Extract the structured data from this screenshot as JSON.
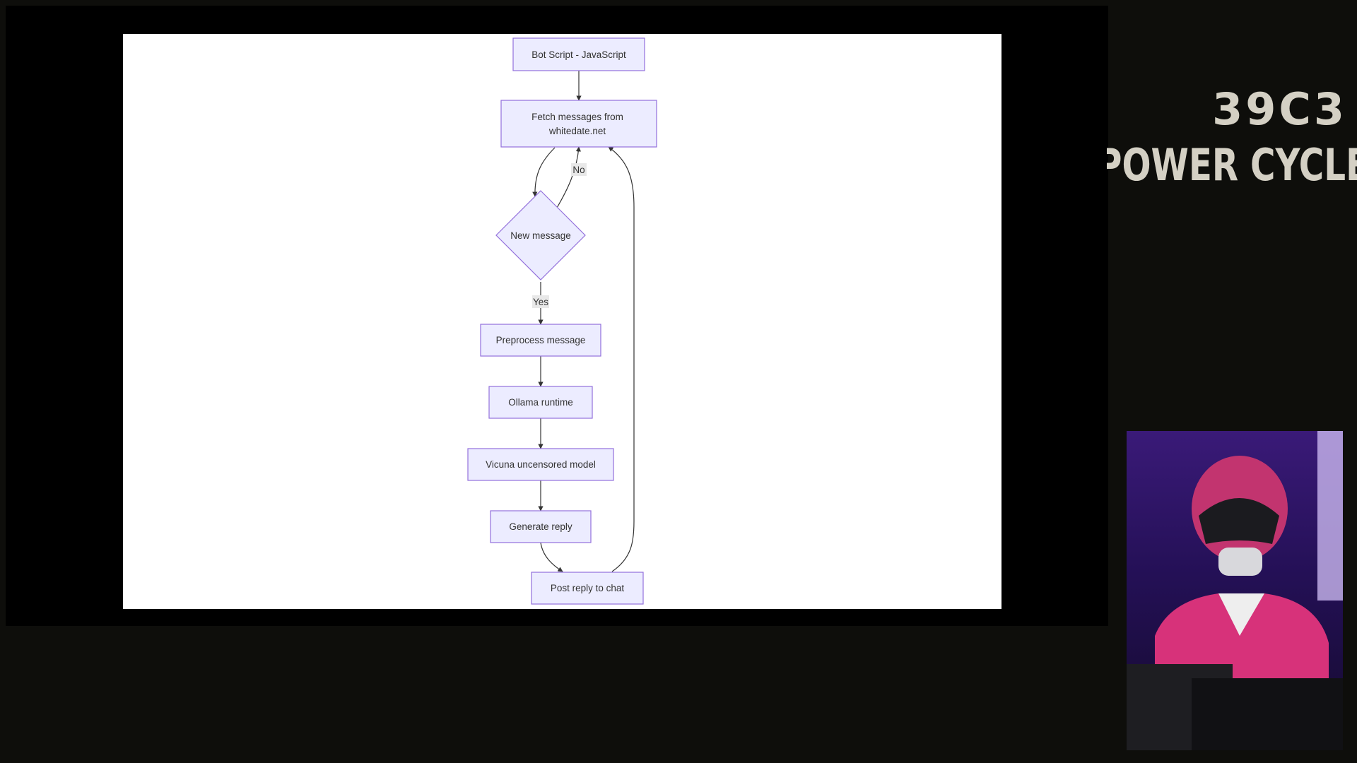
{
  "diagram": {
    "nodes": {
      "bot_script": "Bot Script - JavaScript",
      "fetch_line1": "Fetch messages from",
      "fetch_line2": "whitedate.net",
      "new_message": "New message",
      "preprocess": "Preprocess message",
      "ollama": "Ollama runtime",
      "vicuna": "Vicuna uncensored model",
      "generate": "Generate reply",
      "post": "Post reply to chat"
    },
    "edge_labels": {
      "no": "No",
      "yes": "Yes"
    },
    "colors": {
      "node_fill": "#ececff",
      "node_stroke": "#9370db"
    }
  },
  "branding": {
    "code": "39C3",
    "title": "POWER CYCLES"
  }
}
